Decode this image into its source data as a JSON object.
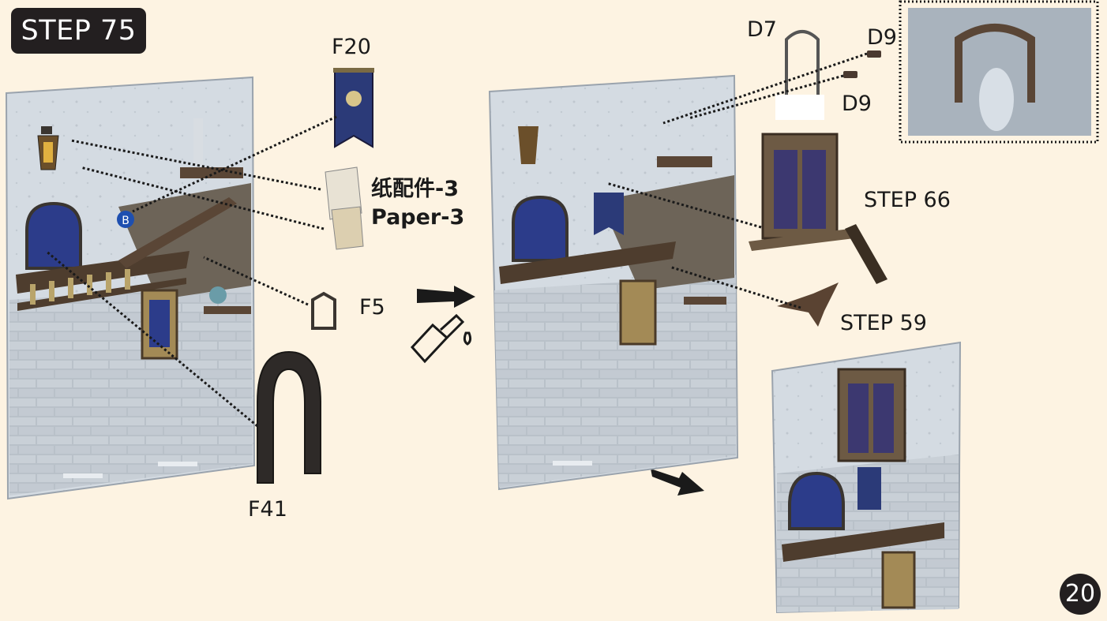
{
  "step": {
    "title": "STEP 75"
  },
  "labels": {
    "f20": "F20",
    "paper_cn": "纸配件-3",
    "paper_en": "Paper-3",
    "f5": "F5",
    "f41": "F41",
    "d7": "D7",
    "d9_top": "D9",
    "d9_bottom": "D9",
    "step66": "STEP 66",
    "step59": "STEP 59",
    "b_marker": "B"
  },
  "page_number": "20",
  "colors": {
    "background": "#fdf3e2",
    "badge": "#231f20",
    "wall": "#cdd5dc",
    "brick": "#8e96a0",
    "banner": "#2b3a78",
    "marker": "#1e4fb0"
  },
  "icons": [
    "arrow-right-icon",
    "arrow-down-right-icon",
    "glue-bottle-icon"
  ]
}
